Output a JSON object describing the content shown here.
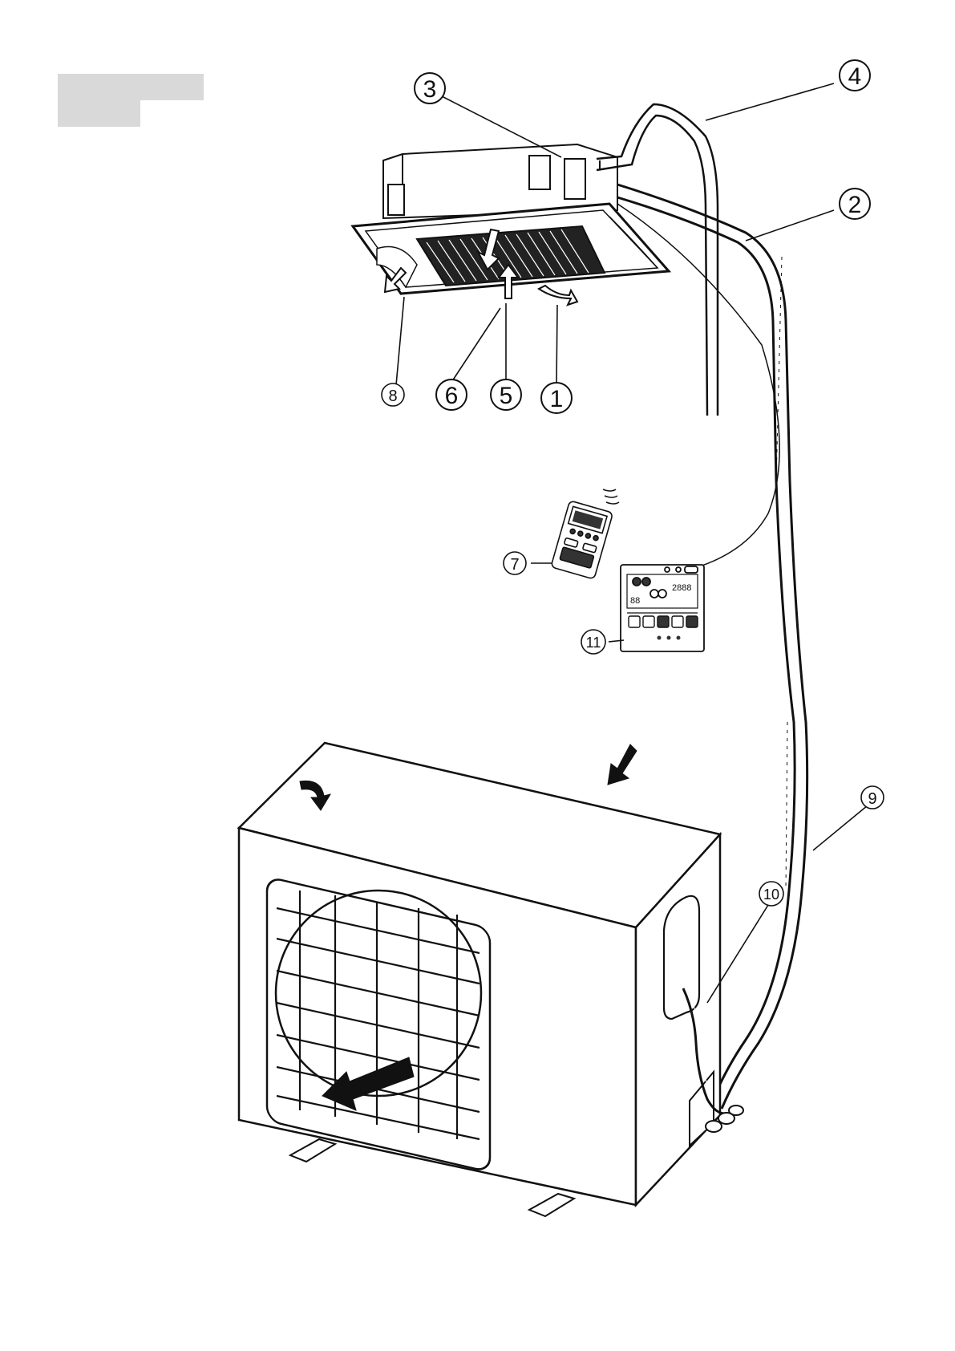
{
  "header_block": {
    "color": "#d9d9d9"
  },
  "callouts": [
    {
      "id": "c1",
      "label": "1"
    },
    {
      "id": "c2",
      "label": "2"
    },
    {
      "id": "c3",
      "label": "3"
    },
    {
      "id": "c4",
      "label": "4"
    },
    {
      "id": "c5",
      "label": "5"
    },
    {
      "id": "c6",
      "label": "6"
    },
    {
      "id": "c7",
      "label": "7"
    },
    {
      "id": "c8",
      "label": "8"
    },
    {
      "id": "c9",
      "label": "9"
    },
    {
      "id": "c10",
      "label": "10"
    },
    {
      "id": "c11",
      "label": "11"
    }
  ],
  "remote": {
    "lcd_temp": "88",
    "lcd_digits": "2888"
  },
  "colors": {
    "line": "#111111",
    "background": "#ffffff",
    "placeholder": "#d9d9d9"
  }
}
